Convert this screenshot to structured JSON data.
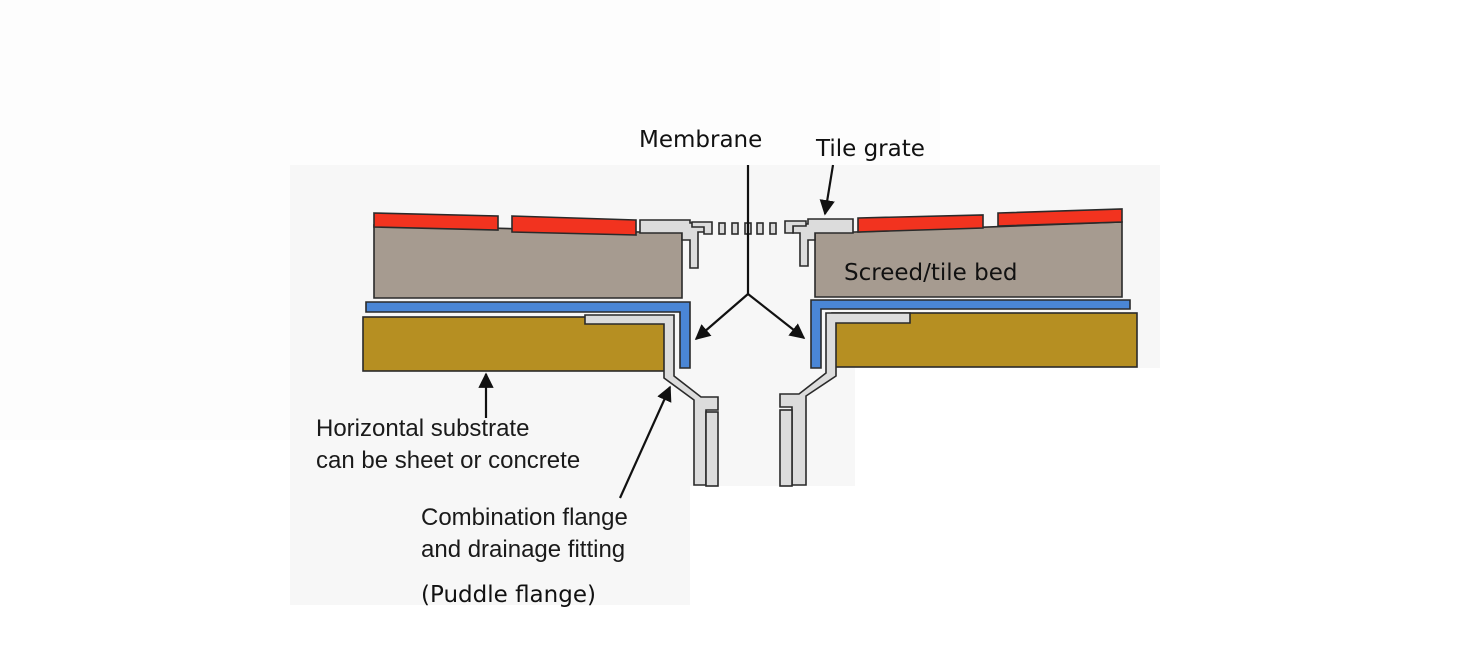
{
  "figure": {
    "subject": "Drain with puddle flange cross-section",
    "colors": {
      "tile": "#f2331f",
      "screed": "#a69b90",
      "membrane": "#4a86d6",
      "substrate": "#b68f22",
      "fitting": "#dcdcdc",
      "outline": "#2a2a2a",
      "background": "#ffffff",
      "scan_background": "#f7f7f7"
    }
  },
  "labels": {
    "membrane": "Membrane",
    "tile_grate": "Tile grate",
    "screed": "Screed/tile bed",
    "substrate_line1": "Horizontal substrate",
    "substrate_line2": "can be sheet or concrete",
    "flange_line1": "Combination flange",
    "flange_line2": "and drainage fitting",
    "puddle_flange": "(Puddle flange)"
  },
  "components": [
    {
      "name": "Tiles",
      "icon": "tile-layer"
    },
    {
      "name": "Screed/tile bed",
      "icon": "screed-layer"
    },
    {
      "name": "Membrane",
      "icon": "membrane-layer"
    },
    {
      "name": "Horizontal substrate",
      "icon": "substrate-layer"
    },
    {
      "name": "Combination flange and drainage fitting",
      "icon": "flange-fitting"
    },
    {
      "name": "Tile grate",
      "icon": "grate"
    }
  ]
}
